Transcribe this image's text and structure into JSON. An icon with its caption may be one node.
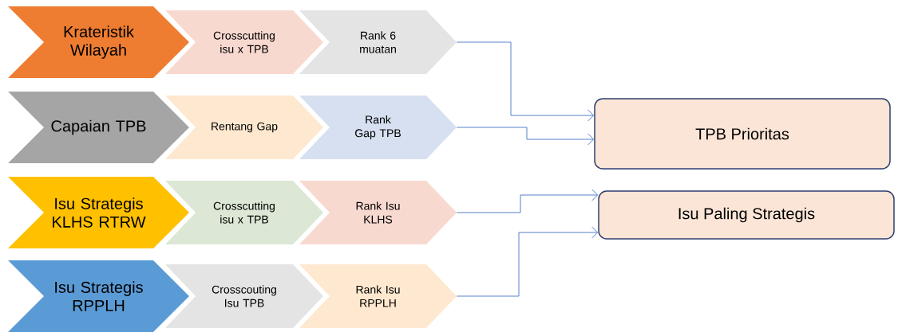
{
  "diagram": {
    "nodes": [
      {
        "text": [
          "Krateristik Wilayah"
        ]
      },
      {
        "text": [
          "Crosscutting isu x TPB"
        ]
      },
      {
        "text": [
          "Rank 6 muatan"
        ]
      },
      {
        "text": [
          "Capaian TPB"
        ]
      },
      {
        "text": [
          "Rentang Gap"
        ]
      },
      {
        "text": [
          "Rank Gap TPB"
        ]
      },
      {
        "text": [
          "Isu Strategis KLHS RTRW"
        ]
      },
      {
        "text": [
          "Crosscutting isu x TPB"
        ]
      },
      {
        "text": [
          "Rank Isu KLHS"
        ]
      },
      {
        "text": [
          "Isu Strategis RPPLH"
        ]
      },
      {
        "text": [
          "Crosscouting Isu TPB"
        ]
      },
      {
        "text": [
          "Rank Isu RPPLH"
        ]
      },
      {
        "text": [
          "TPB Prioritas"
        ]
      },
      {
        "text": [
          "Isu Paling Strategis"
        ]
      }
    ],
    "edges": [
      {
        "from": 2,
        "to": 12,
        "arrow": "to"
      },
      {
        "from": 5,
        "to": 12,
        "arrow": "to"
      },
      {
        "from": 8,
        "to": 13,
        "arrow": "to"
      },
      {
        "from": 11,
        "to": 13,
        "arrow": "to"
      }
    ]
  }
}
